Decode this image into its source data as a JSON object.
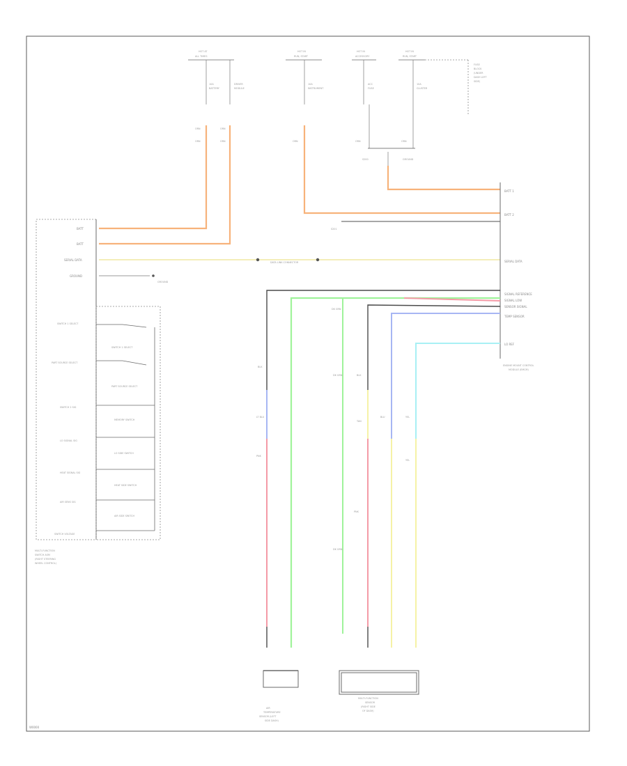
{
  "diagram": {
    "footer_code": "W0000",
    "colors": {
      "orange": "#f7b27a",
      "yellow": "#f4eeb8",
      "gray": "#8a8a8a",
      "green": "#9ff39a",
      "pink": "#f49aa6",
      "blue": "#a7b6f3",
      "cyan": "#a8f0f4",
      "black": "#4a4a4a",
      "lightyellow": "#f6f2a6"
    },
    "fuse_block": {
      "fuses": [
        {
          "top": "HOT AT",
          "sub": "ALL TIMES"
        },
        {
          "top": "HOT IN",
          "sub": "RUN, START"
        },
        {
          "top": "HOT IN",
          "sub": "ACCESSORY"
        },
        {
          "top": "HOT IN",
          "sub": "RUN, START"
        }
      ],
      "title_lines": [
        "FUSE",
        "BLOCK",
        "(UNDER",
        "DASH LEFT",
        "SIDE)"
      ],
      "fuse_labels": [
        {
          "name": "10A",
          "desc": "BATTERY"
        },
        {
          "name": "DRIVER",
          "desc": "MODULE"
        },
        {
          "name": "10A",
          "desc": "INSTRUMENT"
        },
        {
          "name": "ACC",
          "desc": "FUSE"
        },
        {
          "name": "10A",
          "desc": "CLUSTER"
        }
      ]
    },
    "left_module": {
      "pins": [
        "BATT",
        "BATT",
        "SERIAL DATA",
        "GROUND"
      ],
      "inputs": [
        "SWITCH 1 SELECT",
        "PART SOURCE SELECT",
        "SWITCH 2 SIG",
        "LO SIGNAL SIG",
        "HEAT SIGNAL SIG",
        "AIR SENS SIG",
        "SWITCH VOLTAGE"
      ],
      "switches": [
        "SWITCH 1 SELECT",
        "PART SOURCE SELECT",
        "MEMORY SWITCH",
        "LO SIDE SWITCH",
        "HEAT SIDE SWITCH",
        "AIR SIDE SWITCH"
      ],
      "title_lines": [
        "MULTI-FUNCTION",
        "SWITCH ASM",
        "(RIGHT STEERING",
        "WHEEL CONTROL)"
      ]
    },
    "right_module": {
      "pins": [
        "BATT 1",
        "BATT 2",
        "SERIAL DATA",
        "SIGNAL REFERENCE",
        "SIGNAL LOW",
        "SENSOR SIGNAL",
        "TEMP SENSOR",
        "LO REF"
      ],
      "title_lines": [
        "ENGINE MOUNT CONTROL",
        "MODULE (EMCM)"
      ]
    },
    "splice": {
      "data_link": "DATA LINK CONNECTOR",
      "ground_label": "GROUND",
      "splices": [
        "S200",
        "S201"
      ]
    },
    "sensors": [
      {
        "title_lines": [
          "AIR",
          "TEMPERATURE",
          "SENSOR (LEFT",
          "SIDE DASH)"
        ]
      },
      {
        "title_lines": [
          "MULTI-FUNCTION",
          "SENSOR",
          "(RIGHT SIDE",
          "OF DASH)"
        ]
      }
    ],
    "wire_labels": [
      "ORN",
      "GRY",
      "YEL",
      "PNK",
      "GRN",
      "BLU",
      "BLK",
      "LT BLU",
      "DK GRN",
      "TAN"
    ]
  }
}
